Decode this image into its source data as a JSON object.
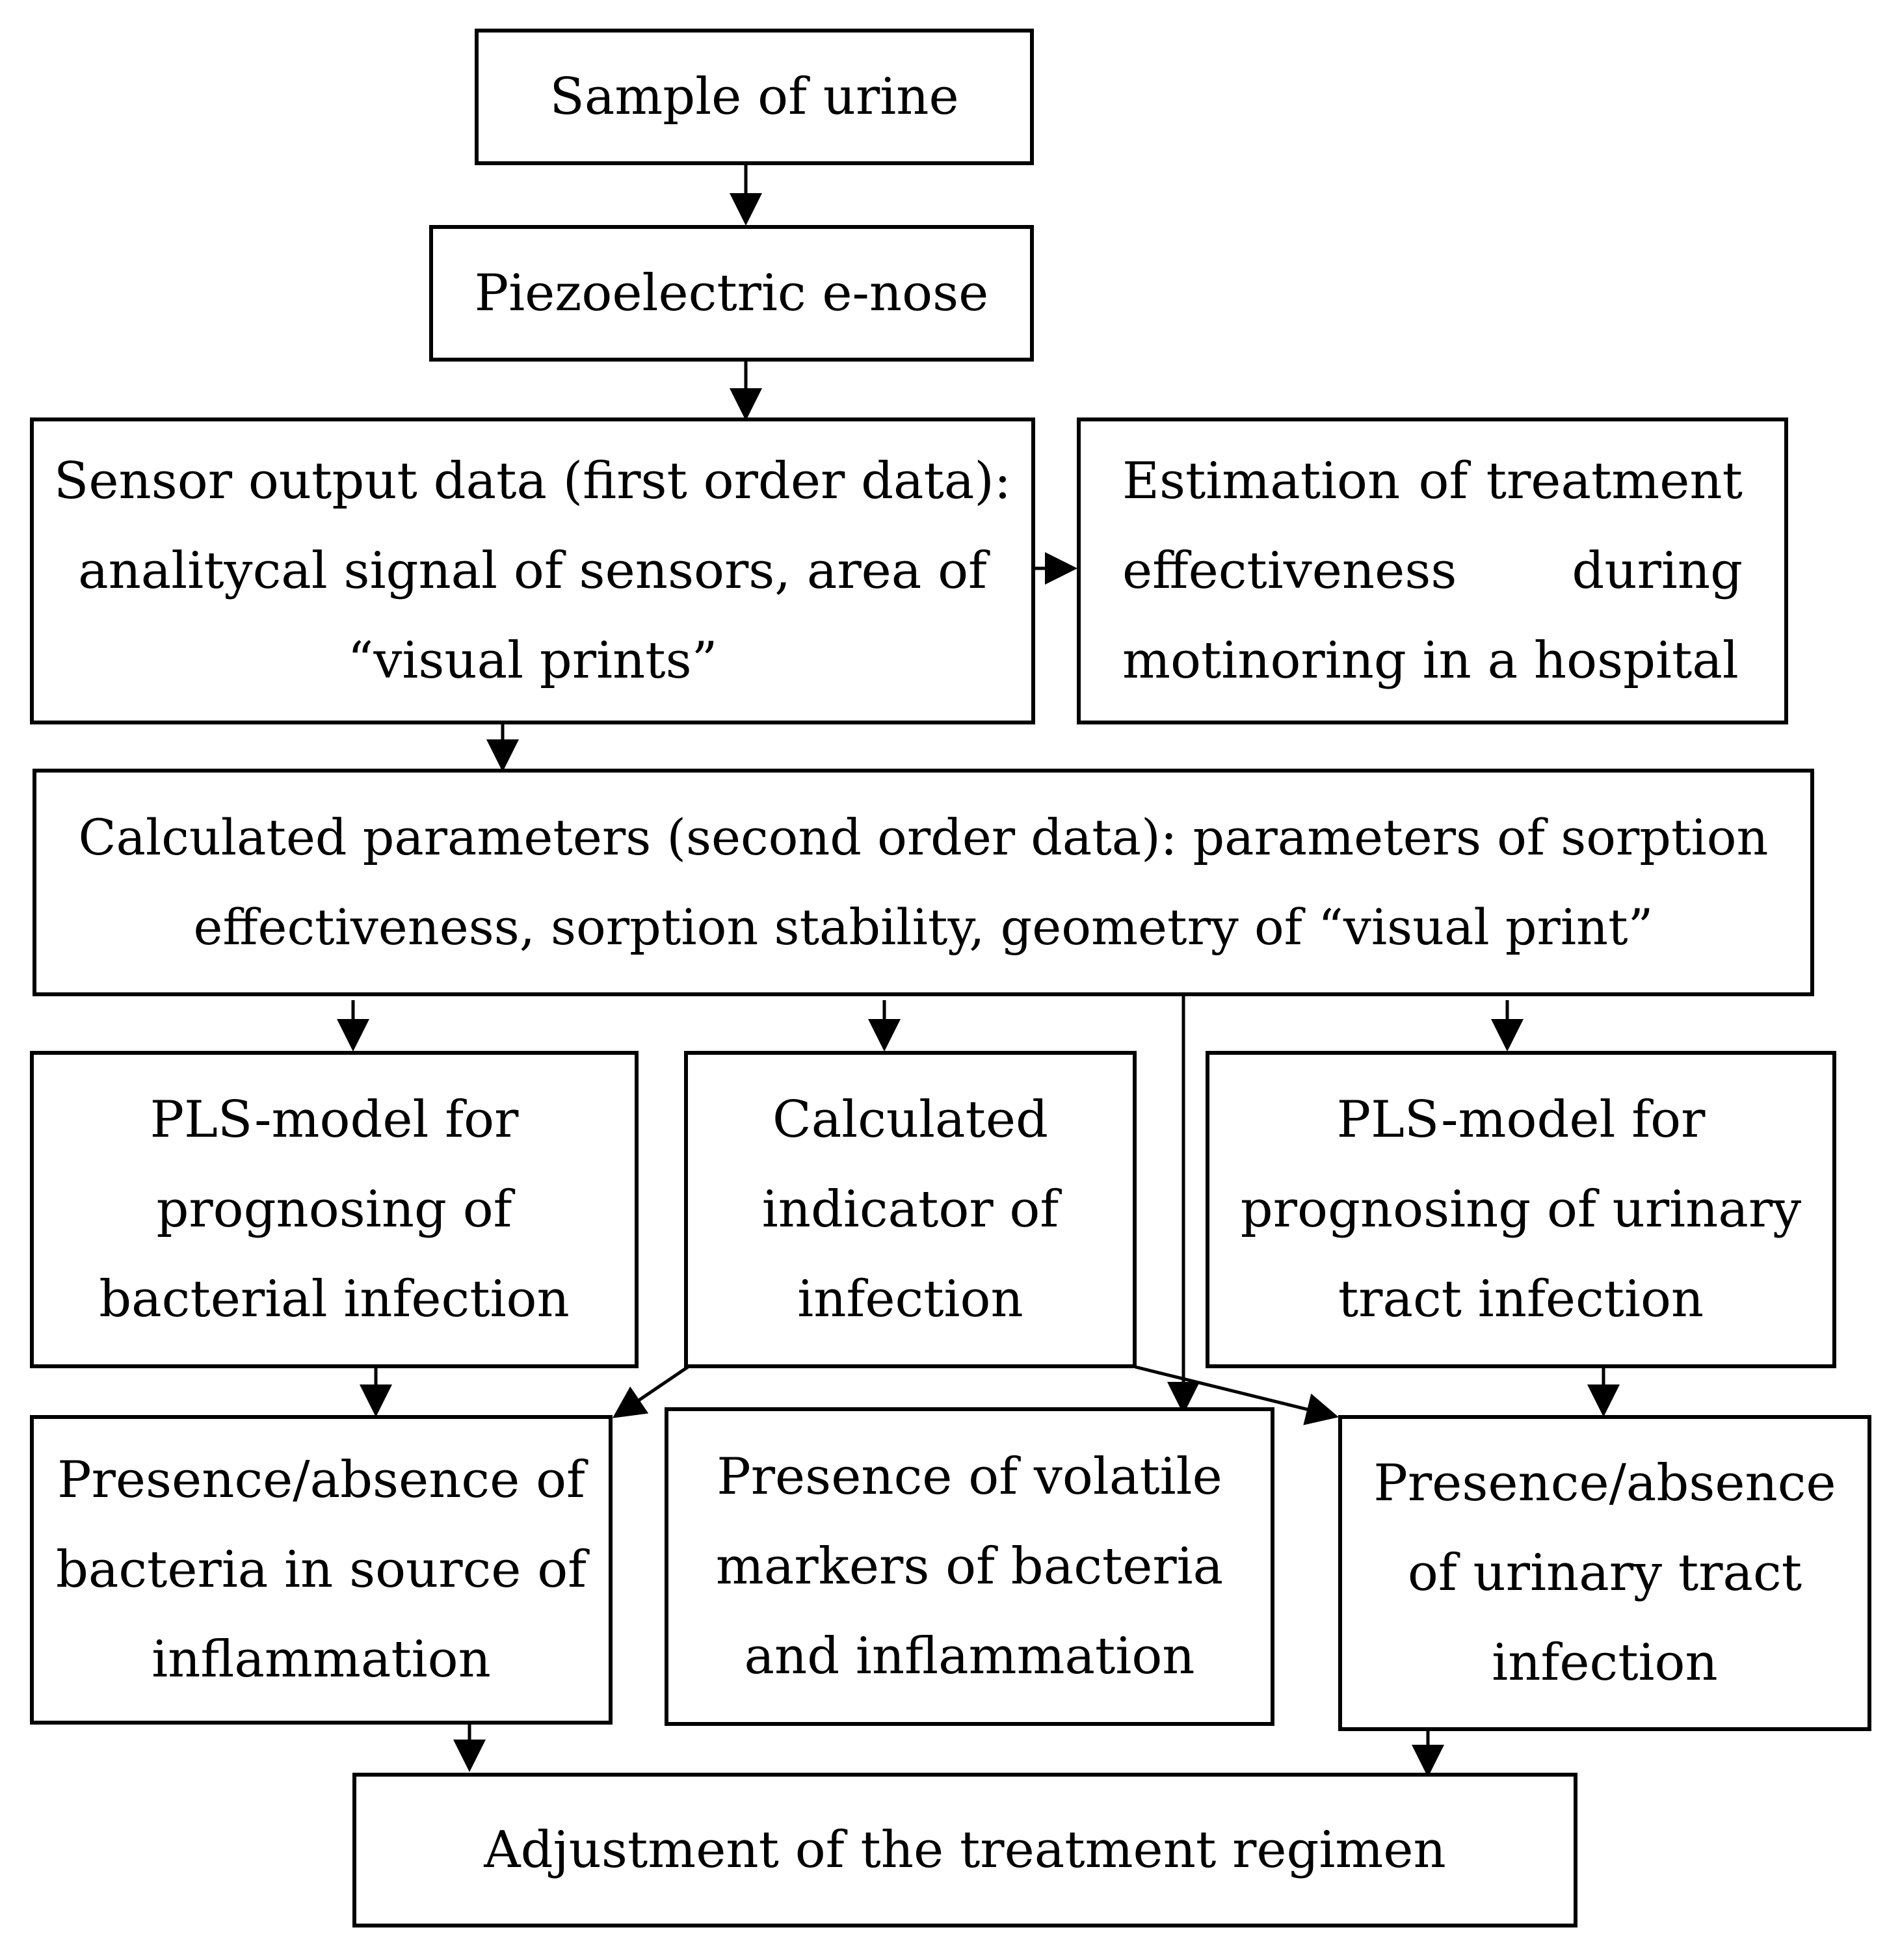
{
  "nodes": {
    "sample": "Sample of urine",
    "enose": "Piezoelectric e-nose",
    "sensor_output": "Sensor output data (first order data): analitycal signal of sensors, area of “visual prints”",
    "estimation": "Estimation of treatment effectiveness during motinoring in a hospital",
    "calculated_params": "Calculated parameters (second order data): parameters of sorption effectiveness, sorption stability, geometry of “visual print”",
    "pls_bacterial": "PLS-model for prognosing of bacterial infection",
    "calculated_indicator": "Calculated indicator of infection",
    "pls_urinary": "PLS-model for prognosing of urinary tract infection",
    "presence_bacteria": "Presence/absence of bacteria in source of inflammation",
    "volatile_markers": "Presence of volatile markers of bacteria and inflammation",
    "presence_uti": "Presence/absence of urinary tract infection",
    "adjustment": "Adjustment of the treatment regimen"
  },
  "edges": [
    {
      "from": "sample",
      "to": "enose"
    },
    {
      "from": "enose",
      "to": "sensor_output"
    },
    {
      "from": "sensor_output",
      "to": "estimation"
    },
    {
      "from": "sensor_output",
      "to": "calculated_params"
    },
    {
      "from": "calculated_params",
      "to": "pls_bacterial"
    },
    {
      "from": "calculated_params",
      "to": "calculated_indicator"
    },
    {
      "from": "calculated_params",
      "to": "volatile_markers"
    },
    {
      "from": "calculated_params",
      "to": "pls_urinary"
    },
    {
      "from": "pls_bacterial",
      "to": "presence_bacteria"
    },
    {
      "from": "calculated_indicator",
      "to": "presence_bacteria"
    },
    {
      "from": "calculated_indicator",
      "to": "presence_uti"
    },
    {
      "from": "pls_urinary",
      "to": "presence_uti"
    },
    {
      "from": "presence_bacteria",
      "to": "adjustment"
    },
    {
      "from": "presence_uti",
      "to": "adjustment"
    }
  ],
  "colors": {
    "stroke": "#000000",
    "background": "#ffffff"
  }
}
